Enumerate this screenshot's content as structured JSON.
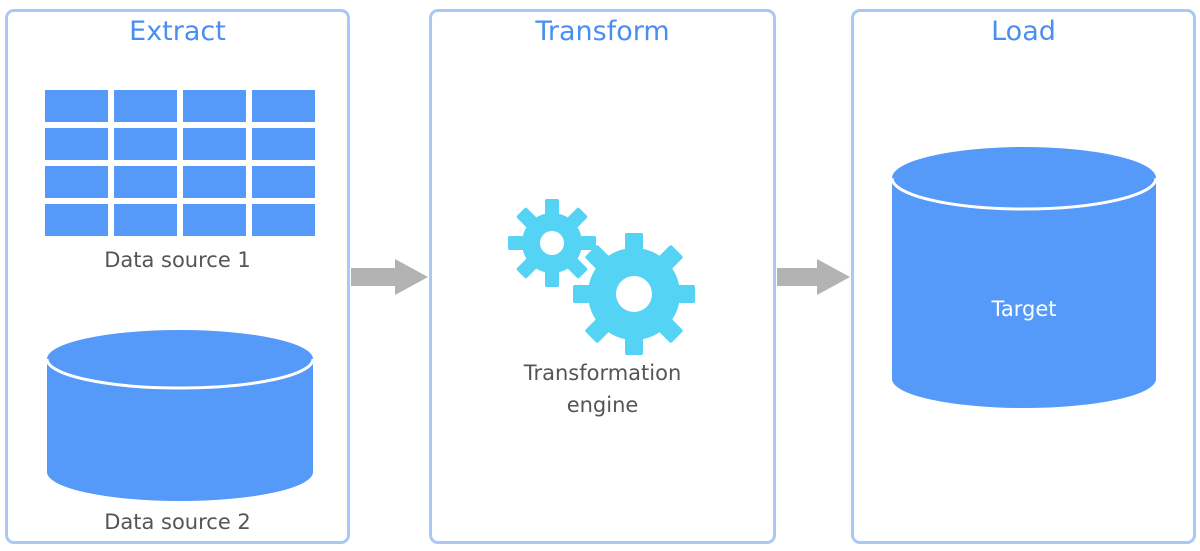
{
  "stages": {
    "extract": {
      "title": "Extract"
    },
    "transform": {
      "title": "Transform"
    },
    "load": {
      "title": "Load"
    }
  },
  "extract": {
    "source1_label": "Data source 1",
    "source2_label": "Data source 2"
  },
  "transform": {
    "engine_label_line1": "Transformation",
    "engine_label_line2": "engine"
  },
  "load": {
    "target_label": "Target"
  },
  "colors": {
    "panel_border": "#a9c8f5",
    "title_text": "#4a8ef2",
    "shape_fill": "#5599f9",
    "gear_fill": "#55d3f5",
    "arrow_fill": "#b3b3b3",
    "label_text": "#555555"
  },
  "icons": {
    "grid": "table-grid-icon",
    "cylinder": "database-cylinder-icon",
    "gears": "gears-icon",
    "arrow": "arrow-right-icon"
  }
}
